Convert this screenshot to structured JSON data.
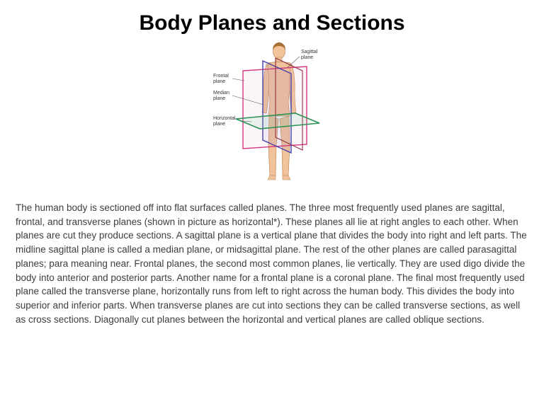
{
  "slide": {
    "title": "Body Planes and Sections",
    "body_text": "The human body is sectioned off into flat surfaces called planes. The three most frequently used planes are sagittal, frontal, and transverse planes (shown in picture as horizontal*). These planes all lie at right angles to each other. When planes are cut they produce sections. A sagittal plane is a vertical plane that divides the body into right and left parts. The midline sagittal plane is called a median plane, or midsagittal plane. The rest of the other planes are called parasagittal planes; para meaning near. Frontal planes, the second most common planes, lie vertically. They are used digo divide the body into anterior and posterior parts. Another name for a frontal plane is a coronal plane. The final most frequently used plane called the transverse plane, horizontally runs from left to right across the human body. This divides the body into superior and inferior parts. When transverse planes are cut into sections they can be called transverse sections, as well as cross sections. Diagonally cut planes between the horizontal and vertical planes are called oblique sections."
  },
  "diagram": {
    "labels": {
      "sagittal": "Sagittal\nplane",
      "frontal": "Frontal\nplane",
      "median": "Median\nplane",
      "horizontal": "Horizontal\nplane"
    },
    "colors": {
      "frontal_plane": "#d6367f",
      "median_plane": "#4743a8",
      "sagittal_plane": "#8f2f3f",
      "horizontal_plane": "#2f9358",
      "skin": "#f0c39a"
    }
  }
}
